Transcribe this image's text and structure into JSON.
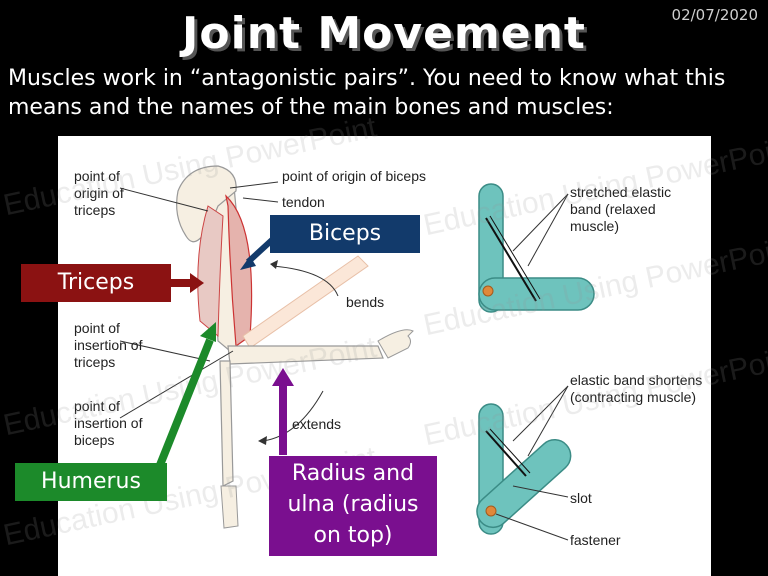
{
  "header": {
    "title": "Joint Movement",
    "date": "02/07/2020"
  },
  "intro": "Muscles work in “antagonistic pairs”.  You need to know what this means and the names of the main bones and muscles:",
  "diagram_labels": {
    "origin_triceps": "point of origin of triceps",
    "origin_biceps": "point of origin of biceps",
    "tendon": "tendon",
    "bends": "bends",
    "insertion_triceps": "point of insertion of triceps",
    "insertion_biceps": "point of insertion of biceps",
    "extends": "extends",
    "stretched_band": "stretched elastic band (relaxed muscle)",
    "contracting_band": "elastic band shortens (contracting muscle)",
    "slot": "slot",
    "fastener": "fastener"
  },
  "callouts": {
    "biceps": "Biceps",
    "triceps": "Triceps",
    "humerus": "Humerus",
    "radius_ulna": "Radius and ulna (radius on top)"
  },
  "watermark": "Education Using PowerPoint",
  "colors": {
    "biceps_box": "#123a6b",
    "triceps_box": "#8b1212",
    "humerus_box": "#1c8a2a",
    "radius_box": "#7a0f8f",
    "model_bar": "#6ec3bd"
  }
}
